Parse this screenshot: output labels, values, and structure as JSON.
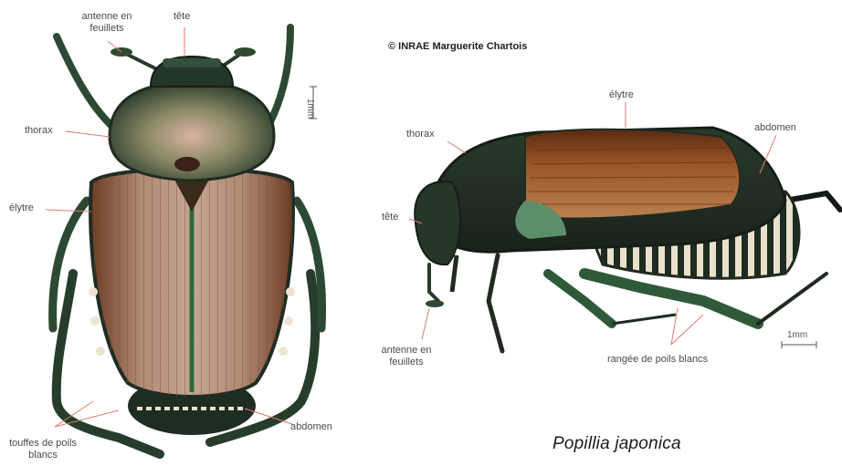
{
  "credit": "© INRAE Marguerite Chartois",
  "species": "Popillia japonica",
  "dorsal_view": {
    "labels": {
      "antenna": "antenne en feuillets",
      "head": "tête",
      "thorax": "thorax",
      "elytron": "élytre",
      "tufts": "touffes de poils blancs",
      "abdomen": "abdomen"
    },
    "scale": "1mm"
  },
  "lateral_view": {
    "labels": {
      "elytron": "élytre",
      "thorax": "thorax",
      "abdomen": "abdomen",
      "head": "tête",
      "antenna": "antenne en feuillets",
      "hair_row": "rangée de poils blancs"
    },
    "scale": "1mm"
  },
  "colors": {
    "thorax_green": "#2f4a30",
    "metallic_pink": "#c9a096",
    "elytra_copper": "#a87a5c",
    "elytra_side": "#8a4a22",
    "leg_green": "#2c4a33",
    "hair_white": "#ece4cf",
    "label_line": "#e07a6a",
    "label_text": "#4a4a4a"
  }
}
